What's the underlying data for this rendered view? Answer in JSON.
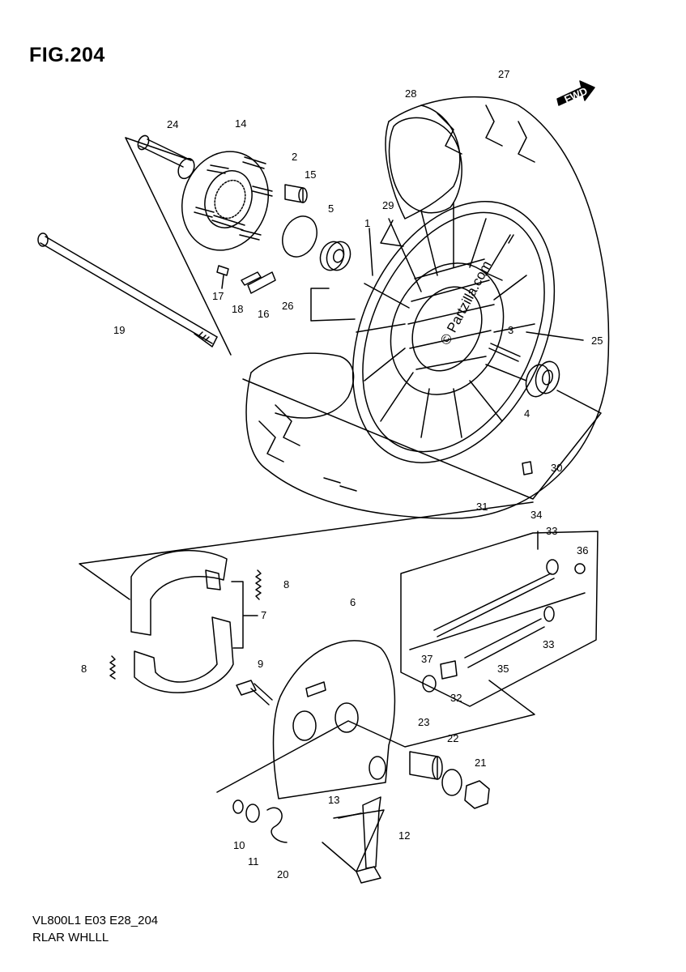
{
  "header": {
    "title": "FIG.204"
  },
  "footer": {
    "model_code": "VL800L1 E03 E28_204",
    "caption": "RLAR WHLLL"
  },
  "watermark": "© Partzilla.com",
  "badge": {
    "text": "FWD"
  },
  "callouts": [
    {
      "id": "c1",
      "label": "1"
    },
    {
      "id": "c2",
      "label": "2"
    },
    {
      "id": "c3",
      "label": "3"
    },
    {
      "id": "c4",
      "label": "4"
    },
    {
      "id": "c5",
      "label": "5"
    },
    {
      "id": "c6",
      "label": "6"
    },
    {
      "id": "c7",
      "label": "7"
    },
    {
      "id": "c8a",
      "label": "8"
    },
    {
      "id": "c8b",
      "label": "8"
    },
    {
      "id": "c9",
      "label": "9"
    },
    {
      "id": "c10",
      "label": "10"
    },
    {
      "id": "c11",
      "label": "11"
    },
    {
      "id": "c12",
      "label": "12"
    },
    {
      "id": "c13",
      "label": "13"
    },
    {
      "id": "c14",
      "label": "14"
    },
    {
      "id": "c15",
      "label": "15"
    },
    {
      "id": "c16",
      "label": "16"
    },
    {
      "id": "c17",
      "label": "17"
    },
    {
      "id": "c18",
      "label": "18"
    },
    {
      "id": "c19",
      "label": "19"
    },
    {
      "id": "c20",
      "label": "20"
    },
    {
      "id": "c21",
      "label": "21"
    },
    {
      "id": "c22",
      "label": "22"
    },
    {
      "id": "c23",
      "label": "23"
    },
    {
      "id": "c24",
      "label": "24"
    },
    {
      "id": "c25",
      "label": "25"
    },
    {
      "id": "c26",
      "label": "26"
    },
    {
      "id": "c27",
      "label": "27"
    },
    {
      "id": "c28",
      "label": "28"
    },
    {
      "id": "c29",
      "label": "29"
    },
    {
      "id": "c30",
      "label": "30"
    },
    {
      "id": "c31",
      "label": "31"
    },
    {
      "id": "c32",
      "label": "32"
    },
    {
      "id": "c33a",
      "label": "33"
    },
    {
      "id": "c33b",
      "label": "33"
    },
    {
      "id": "c34",
      "label": "34"
    },
    {
      "id": "c35",
      "label": "35"
    },
    {
      "id": "c36",
      "label": "36"
    },
    {
      "id": "c37",
      "label": "37"
    }
  ]
}
